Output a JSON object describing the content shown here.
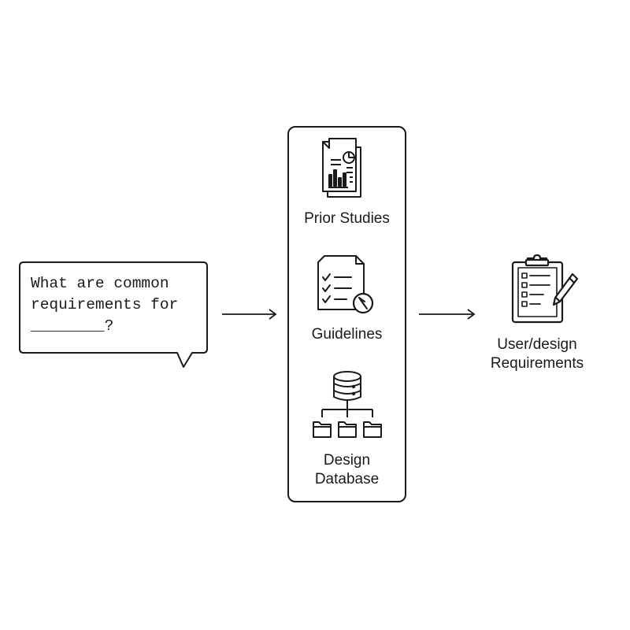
{
  "query": {
    "line1": "What are common",
    "line2": "requirements for",
    "line3": "________?"
  },
  "sources": {
    "prior_studies": "Prior Studies",
    "guidelines": "Guidelines",
    "design_database_line1": "Design",
    "design_database_line2": "Database"
  },
  "output": {
    "line1": "User/design",
    "line2": "Requirements"
  },
  "colors": {
    "stroke": "#1a1a1a",
    "background": "#ffffff"
  },
  "icons": {
    "prior_studies": "report-document-icon",
    "guidelines": "checklist-compass-icon",
    "design_database": "database-tree-icon",
    "output": "clipboard-pencil-icon"
  }
}
